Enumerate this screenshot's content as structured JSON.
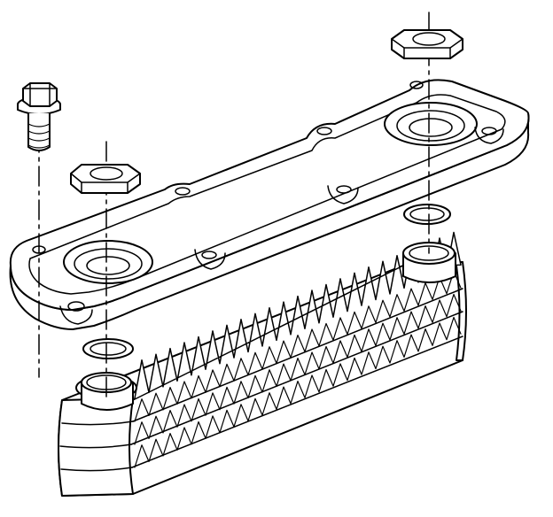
{
  "diagram": {
    "style": "monochrome exploded-view line art",
    "colors": {
      "stroke": "#000000",
      "fill": "#ffffff"
    },
    "parts": [
      "bolt",
      "nut-left",
      "nut-right",
      "adapter-plate",
      "o-ring-left",
      "o-ring-right",
      "oil-cooler"
    ],
    "cooler_fin_rows": 3
  }
}
